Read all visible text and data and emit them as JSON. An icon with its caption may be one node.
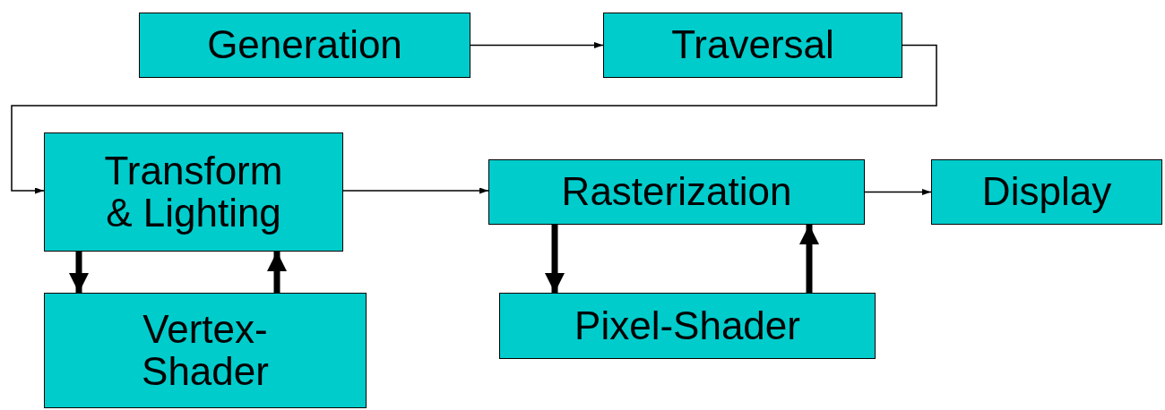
{
  "diagram": {
    "nodes": [
      {
        "text": [
          "Generation"
        ]
      },
      {
        "text": [
          "Traversal"
        ]
      },
      {
        "text": [
          "Transform & Lighting"
        ]
      },
      {
        "text": [
          "Rasterization"
        ]
      },
      {
        "text": [
          "Display"
        ]
      },
      {
        "text": [
          "Vertex-Shader"
        ]
      },
      {
        "text": [
          "Pixel-Shader"
        ]
      }
    ],
    "edges": [
      {
        "from": 0,
        "to": 1,
        "arrow": "to"
      },
      {
        "from": 1,
        "to": 2,
        "arrow": "to"
      },
      {
        "from": 2,
        "to": 3,
        "arrow": "to"
      },
      {
        "from": 3,
        "to": 4,
        "arrow": "to"
      },
      {
        "from": 2,
        "to": 5,
        "arrow": "to",
        "style": "thick"
      },
      {
        "from": 5,
        "to": 2,
        "arrow": "to",
        "style": "thick"
      },
      {
        "from": 3,
        "to": 6,
        "arrow": "to",
        "style": "thick"
      },
      {
        "from": 6,
        "to": 3,
        "arrow": "to",
        "style": "thick"
      }
    ]
  }
}
